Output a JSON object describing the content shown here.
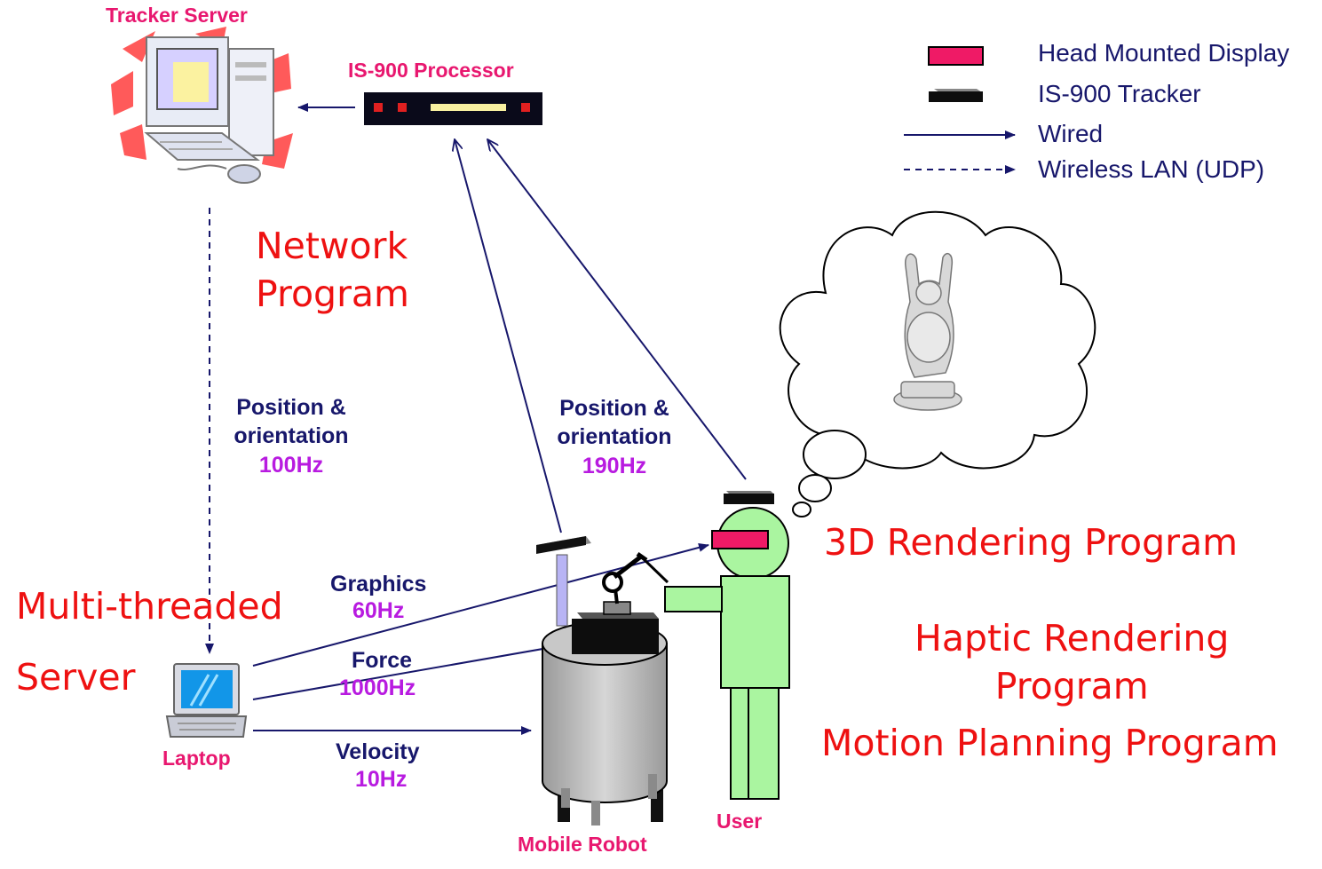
{
  "nodes": {
    "tracker_server": "Tracker Server",
    "processor": "IS-900 Processor",
    "laptop": "Laptop",
    "robot": "Mobile Robot",
    "user": "User"
  },
  "legend": {
    "hmd": "Head Mounted Display",
    "tracker": "IS-900 Tracker",
    "wired": "Wired",
    "wireless": "Wireless LAN (UDP)"
  },
  "programs": {
    "network_l1": "Network",
    "network_l2": "Program",
    "server_l1": "Multi-threaded",
    "server_l2": "Server",
    "render3d": "3D Rendering Program",
    "haptic_l1": "Haptic Rendering",
    "haptic_l2": "Program",
    "motion": "Motion Planning Program"
  },
  "links": {
    "left_pos_l1": "Position &",
    "left_pos_l2": "orientation",
    "left_rate": "100Hz",
    "mid_pos_l1": "Position &",
    "mid_pos_l2": "orientation",
    "mid_rate": "190Hz",
    "graphics": "Graphics",
    "graphics_rate": "60Hz",
    "force": "Force",
    "force_rate": "1000Hz",
    "velocity": "Velocity",
    "velocity_rate": "10Hz"
  },
  "colors": {
    "navy": "#17176b",
    "pink": "#e8176f",
    "purple": "#b81be0",
    "red": "#ee1111",
    "user_green": "#aaf5a0",
    "robot_gray": "#c0c0c0"
  }
}
